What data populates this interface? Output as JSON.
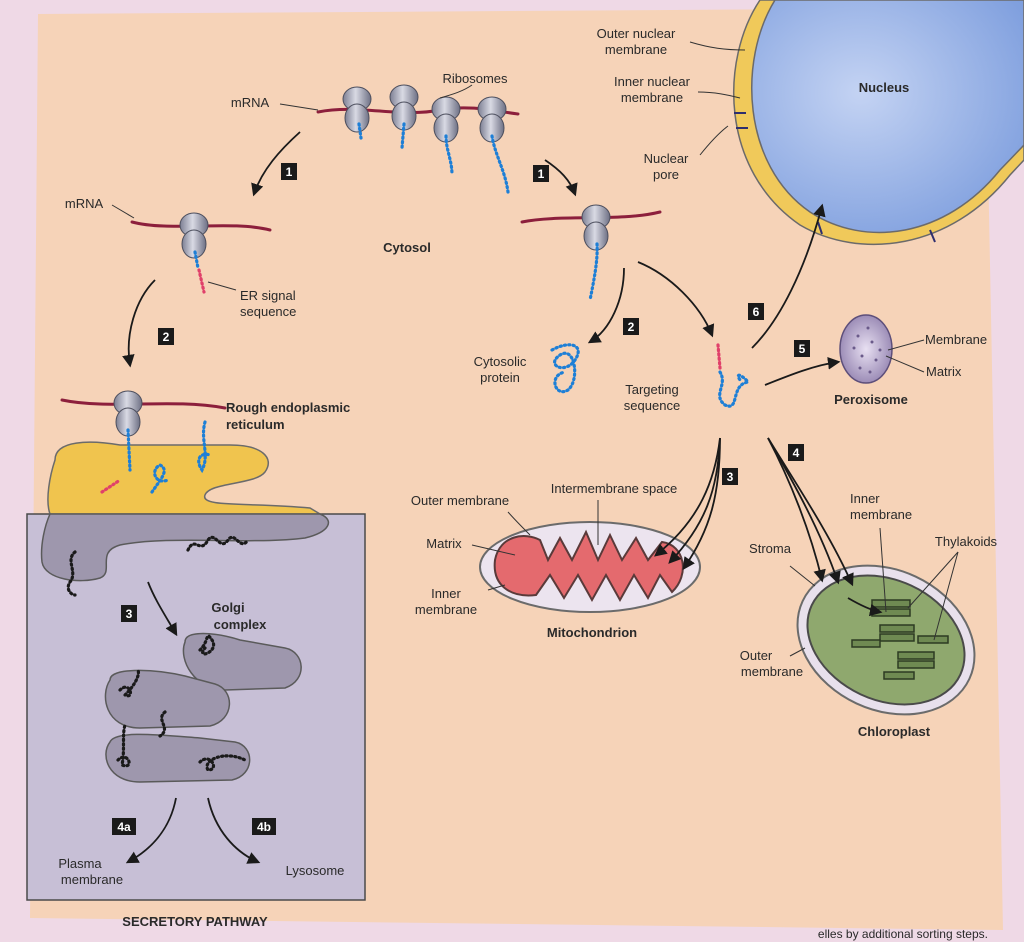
{
  "labels": {
    "outer_nuclear_membrane": [
      "Outer nuclear",
      "membrane"
    ],
    "inner_nuclear_membrane": [
      "Inner nuclear",
      "membrane"
    ],
    "nucleus": "Nucleus",
    "nuclear_pore": [
      "Nuclear",
      "pore"
    ],
    "ribosomes": "Ribosomes",
    "mrna_top": "mRNA",
    "mrna_left": "mRNA",
    "cytosol": "Cytosol",
    "er_signal_sequence": [
      "ER signal",
      "sequence"
    ],
    "rough_er": [
      "Rough endoplasmic",
      "reticulum"
    ],
    "cytosolic_protein": [
      "Cytosolic",
      "protein"
    ],
    "targeting_sequence": [
      "Targeting",
      "sequence"
    ],
    "membrane": "Membrane",
    "matrix_peroxisome": "Matrix",
    "peroxisome": "Peroxisome",
    "outer_membrane_mito": "Outer membrane",
    "intermembrane_space": "Intermembrane space",
    "matrix_mito": "Matrix",
    "inner_membrane_mito": [
      "Inner",
      "membrane"
    ],
    "mitochondrion": "Mitochondrion",
    "inner_membrane_chloro": [
      "Inner",
      "membrane"
    ],
    "stroma": "Stroma",
    "thylakoids": "Thylakoids",
    "outer_membrane_chloro": [
      "Outer",
      "membrane"
    ],
    "chloroplast": "Chloroplast",
    "golgi": [
      "Golgi",
      "complex"
    ],
    "plasma_membrane": [
      "Plasma",
      "membrane"
    ],
    "lysosome": "Lysosome",
    "secretory_pathway": "SECRETORY PATHWAY",
    "footer_fragment": "elles by additional sorting steps."
  },
  "steps": {
    "s1a": "1",
    "s1b": "1",
    "s2a": "2",
    "s2b": "2",
    "s3a": "3",
    "s3b": "3",
    "s4": "4",
    "s4a": "4a",
    "s4b": "4b",
    "s5": "5",
    "s6": "6"
  },
  "colors": {
    "background_panel": "#f6d3b8",
    "nucleus": "#8fb0e6",
    "nuclear_envelope": "#f0c95a",
    "er_lumen": "#f0c44e",
    "golgi": "#9e97ad",
    "secretory_box": "#c7bfd6",
    "mitochondrion_matrix": "#e46a6e",
    "chloroplast": "#8fa86e",
    "peroxisome": "#9c8bb8",
    "mrna": "#8c1f3c",
    "protein_chain": "#1e7fd6",
    "signal_sequence": "#e0406a"
  }
}
